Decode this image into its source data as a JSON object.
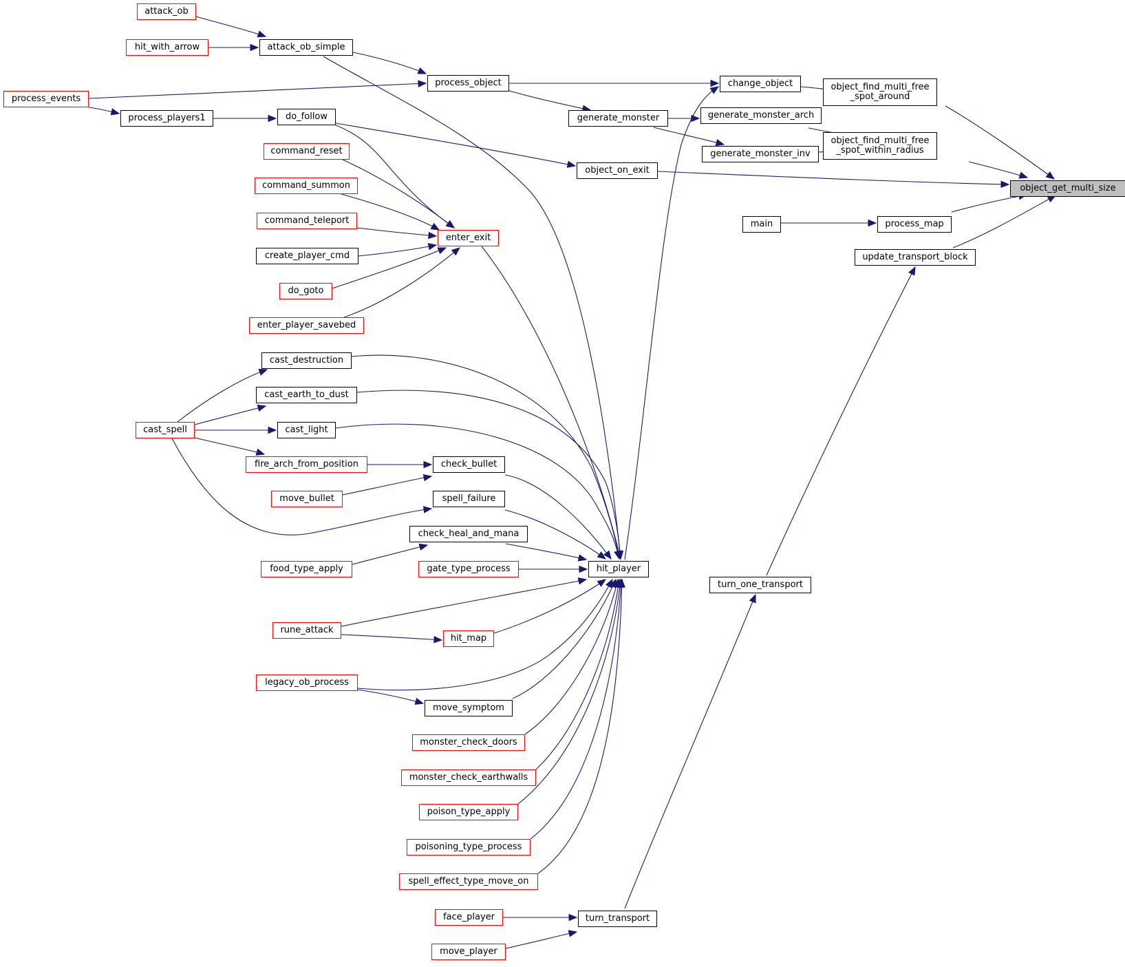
{
  "graph": {
    "colors": {
      "edge": "#191970",
      "documented_border": "#000000",
      "undocumented_border": "#ff0000",
      "target_fill": "#bfbfbf"
    },
    "nodes": [
      {
        "id": "object_get_multi_size",
        "label": "object_get_multi_size",
        "style": "target"
      },
      {
        "id": "object_find_multi_free_spot_around",
        "label": "object_find_multi_free\n_spot_around",
        "style": "black"
      },
      {
        "id": "object_find_multi_free_spot_within_radius",
        "label": "object_find_multi_free\n_spot_within_radius",
        "style": "black"
      },
      {
        "id": "process_map",
        "label": "process_map",
        "style": "black"
      },
      {
        "id": "update_transport_block",
        "label": "update_transport_block",
        "style": "black"
      },
      {
        "id": "main",
        "label": "main",
        "style": "black"
      },
      {
        "id": "turn_one_transport",
        "label": "turn_one_transport",
        "style": "black"
      },
      {
        "id": "change_object",
        "label": "change_object",
        "style": "black"
      },
      {
        "id": "generate_monster_arch",
        "label": "generate_monster_arch",
        "style": "black"
      },
      {
        "id": "generate_monster_inv",
        "label": "generate_monster_inv",
        "style": "black"
      },
      {
        "id": "object_on_exit",
        "label": "object_on_exit",
        "style": "black"
      },
      {
        "id": "process_object",
        "label": "process_object",
        "style": "black"
      },
      {
        "id": "generate_monster",
        "label": "generate_monster",
        "style": "black"
      },
      {
        "id": "hit_player",
        "label": "hit_player",
        "style": "black"
      },
      {
        "id": "turn_transport",
        "label": "turn_transport",
        "style": "black"
      },
      {
        "id": "attack_ob_simple",
        "label": "attack_ob_simple",
        "style": "black"
      },
      {
        "id": "attack_ob",
        "label": "attack_ob",
        "style": "red"
      },
      {
        "id": "hit_with_arrow",
        "label": "hit_with_arrow",
        "style": "red"
      },
      {
        "id": "process_events",
        "label": "process_events",
        "style": "red"
      },
      {
        "id": "process_players1",
        "label": "process_players1",
        "style": "black"
      },
      {
        "id": "do_follow",
        "label": "do_follow",
        "style": "black"
      },
      {
        "id": "enter_exit",
        "label": "enter_exit",
        "style": "red"
      },
      {
        "id": "command_reset",
        "label": "command_reset",
        "style": "red"
      },
      {
        "id": "command_summon",
        "label": "command_summon",
        "style": "red"
      },
      {
        "id": "command_teleport",
        "label": "command_teleport",
        "style": "red"
      },
      {
        "id": "create_player_cmd",
        "label": "create_player_cmd",
        "style": "black"
      },
      {
        "id": "do_goto",
        "label": "do_goto",
        "style": "red"
      },
      {
        "id": "enter_player_savebed",
        "label": "enter_player_savebed",
        "style": "red"
      },
      {
        "id": "cast_destruction",
        "label": "cast_destruction",
        "style": "black"
      },
      {
        "id": "cast_earth_to_dust",
        "label": "cast_earth_to_dust",
        "style": "black"
      },
      {
        "id": "cast_light",
        "label": "cast_light",
        "style": "black"
      },
      {
        "id": "cast_spell",
        "label": "cast_spell",
        "style": "red"
      },
      {
        "id": "fire_arch_from_position",
        "label": "fire_arch_from_position",
        "style": "red"
      },
      {
        "id": "check_bullet",
        "label": "check_bullet",
        "style": "black"
      },
      {
        "id": "move_bullet",
        "label": "move_bullet",
        "style": "red"
      },
      {
        "id": "spell_failure",
        "label": "spell_failure",
        "style": "black"
      },
      {
        "id": "check_heal_and_mana",
        "label": "check_heal_and_mana",
        "style": "black"
      },
      {
        "id": "food_type_apply",
        "label": "food_type_apply",
        "style": "red"
      },
      {
        "id": "gate_type_process",
        "label": "gate_type_process",
        "style": "red"
      },
      {
        "id": "rune_attack",
        "label": "rune_attack",
        "style": "red"
      },
      {
        "id": "hit_map",
        "label": "hit_map",
        "style": "red"
      },
      {
        "id": "legacy_ob_process",
        "label": "legacy_ob_process",
        "style": "red"
      },
      {
        "id": "move_symptom",
        "label": "move_symptom",
        "style": "black"
      },
      {
        "id": "monster_check_doors",
        "label": "monster_check_doors",
        "style": "red"
      },
      {
        "id": "monster_check_earthwalls",
        "label": "monster_check_earthwalls",
        "style": "red"
      },
      {
        "id": "poison_type_apply",
        "label": "poison_type_apply",
        "style": "red"
      },
      {
        "id": "poisoning_type_process",
        "label": "poisoning_type_process",
        "style": "red"
      },
      {
        "id": "spell_effect_type_move_on",
        "label": "spell_effect_type_move_on",
        "style": "red"
      },
      {
        "id": "face_player",
        "label": "face_player",
        "style": "red"
      },
      {
        "id": "move_player",
        "label": "move_player",
        "style": "red"
      }
    ]
  }
}
